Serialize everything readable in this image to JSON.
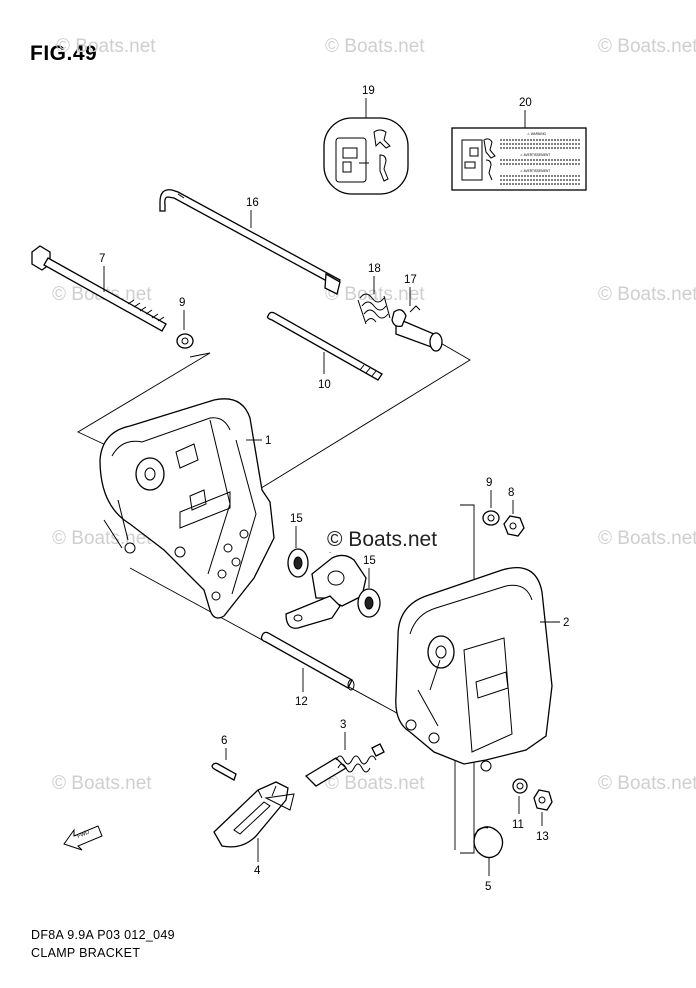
{
  "figure": {
    "title": "FIG.49",
    "caption_line1": "DF8A 9.9A P03 012_049",
    "caption_line2": "CLAMP BRACKET"
  },
  "watermark": {
    "text": "© Boats.net",
    "center_text": "© Boats.net"
  },
  "label_text": {
    "warning": "⚠ WARNING",
    "avertissement": "⚠ AVERTISSEMENT"
  },
  "fwd_arrow_text": "FWD",
  "part_numbers": {
    "p1": "1",
    "p2": "2",
    "p3": "3",
    "p4": "4",
    "p5": "5",
    "p6": "6",
    "p7": "7",
    "p8": "8",
    "p9a": "9",
    "p9b": "9",
    "p10": "10",
    "p11": "11",
    "p12": "12",
    "p13": "13",
    "p15a": "15",
    "p15b": "15",
    "p16": "16",
    "p17": "17",
    "p18": "18",
    "p19": "19",
    "p20": "20"
  },
  "colors": {
    "line": "#000000",
    "watermark": "#cfcfcf",
    "background": "#ffffff"
  }
}
